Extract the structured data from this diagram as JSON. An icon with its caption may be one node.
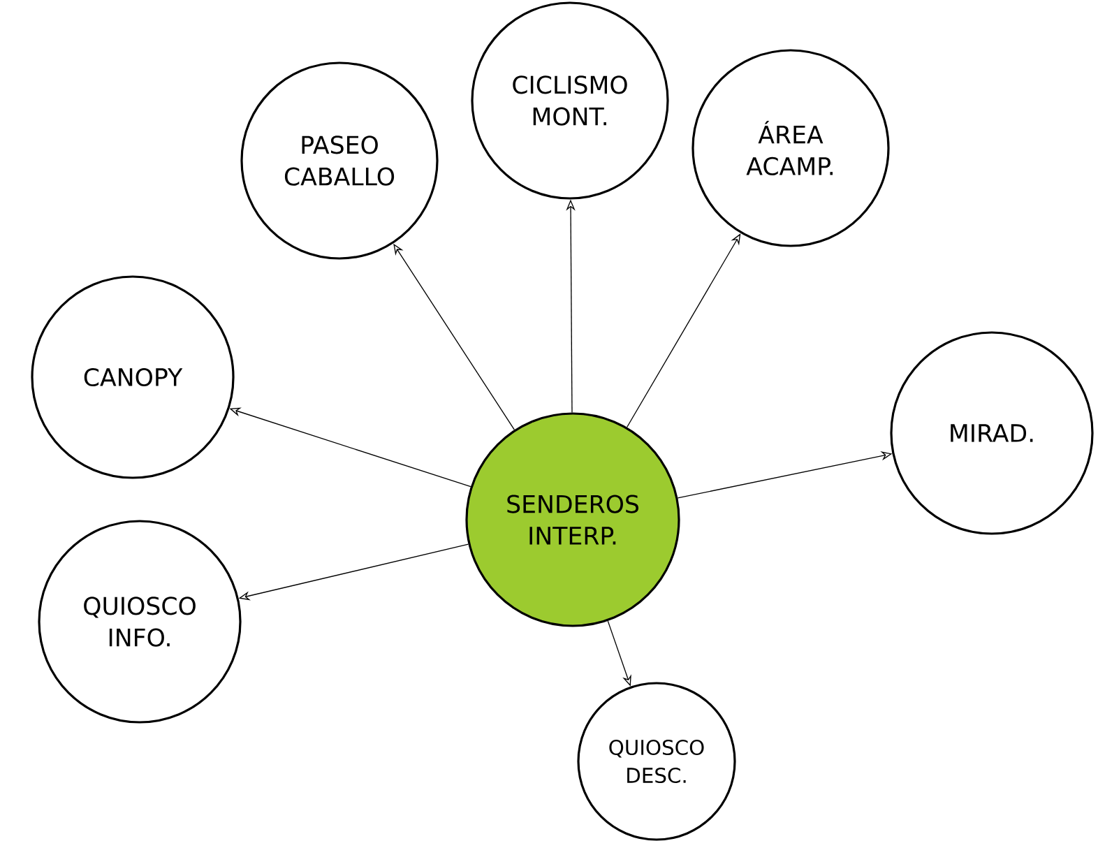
{
  "diagram": {
    "nodes": [
      {
        "text": [
          "CICLISMO MONT."
        ]
      },
      {
        "text": [
          "PASEO CABALLO"
        ]
      },
      {
        "text": [
          "ÁREA ACAMP."
        ]
      },
      {
        "text": [
          "CANOPY"
        ]
      },
      {
        "text": [
          "MIRAD."
        ]
      },
      {
        "text": [
          "SENDEROS INTERP."
        ]
      },
      {
        "text": [
          "QUIOSCO INFO."
        ]
      },
      {
        "text": [
          "QUIOSCO DESC."
        ]
      }
    ],
    "edges": [
      {
        "from": 5,
        "to": 0,
        "arrow": "to"
      },
      {
        "from": 5,
        "to": 1,
        "arrow": "to"
      },
      {
        "from": 5,
        "to": 2,
        "arrow": "to"
      },
      {
        "from": 5,
        "to": 3,
        "arrow": "to"
      },
      {
        "from": 5,
        "to": 4,
        "arrow": "to"
      },
      {
        "from": 5,
        "to": 6,
        "arrow": "to"
      },
      {
        "from": 5,
        "to": 7,
        "arrow": "to"
      }
    ]
  }
}
